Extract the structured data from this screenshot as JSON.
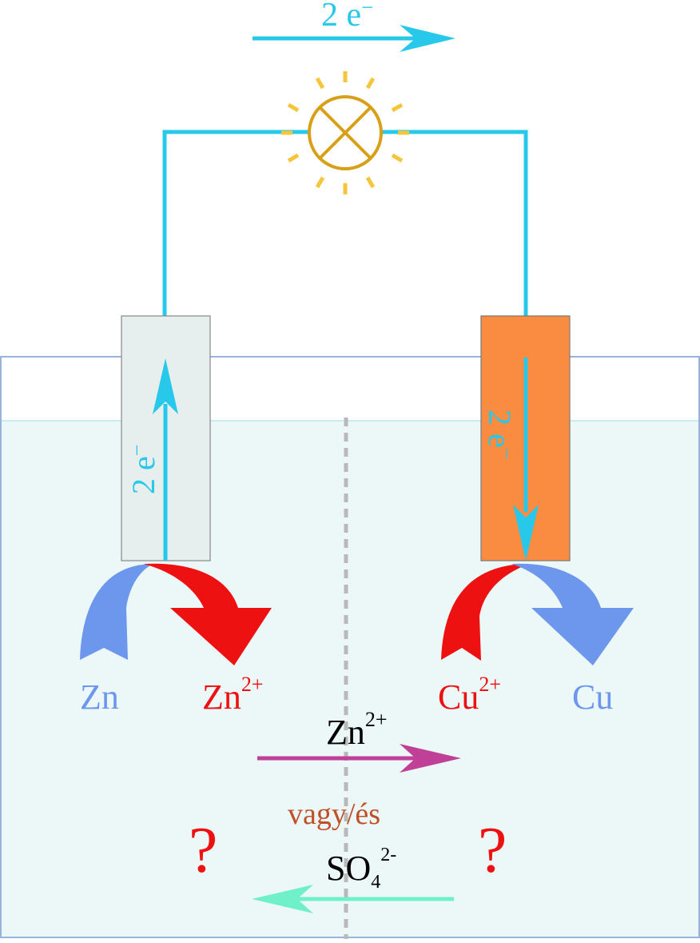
{
  "electron_flow": {
    "label": "2 e",
    "superscript": "−"
  },
  "zinc_electrode": {
    "label": "2 e",
    "superscript": "−"
  },
  "copper_electrode": {
    "label": "2 e",
    "superscript": "−"
  },
  "zinc_reaction": {
    "reactant": "Zn",
    "product": "Zn",
    "product_charge": "2+"
  },
  "copper_reaction": {
    "reactant": "Cu",
    "reactant_charge": "2+",
    "product": "Cu"
  },
  "ion_migration": {
    "cation": "Zn",
    "cation_charge": "2+",
    "connector": "vagy/és",
    "anion": "SO",
    "anion_subscript": "4",
    "anion_charge": "2-",
    "question_mark_left": "?",
    "question_mark_right": "?"
  },
  "colors": {
    "wire": "#27c8ea",
    "electron_text": "#27c8ea",
    "lamp": "#d8a018",
    "lamp_rays": "#f5c63a",
    "zinc_electrode": "#e6eeee",
    "copper_electrode": "#fa8c42",
    "solution": "#ecf7f8",
    "beaker_outline": "#9ab3dc",
    "oxidized_red": "#ee1111",
    "metal_blue": "#6c97ec",
    "cation_arrow": "#c04098",
    "anion_arrow": "#6ff0c8",
    "connector_text": "#c05028",
    "membrane": "#b9b9b9"
  }
}
